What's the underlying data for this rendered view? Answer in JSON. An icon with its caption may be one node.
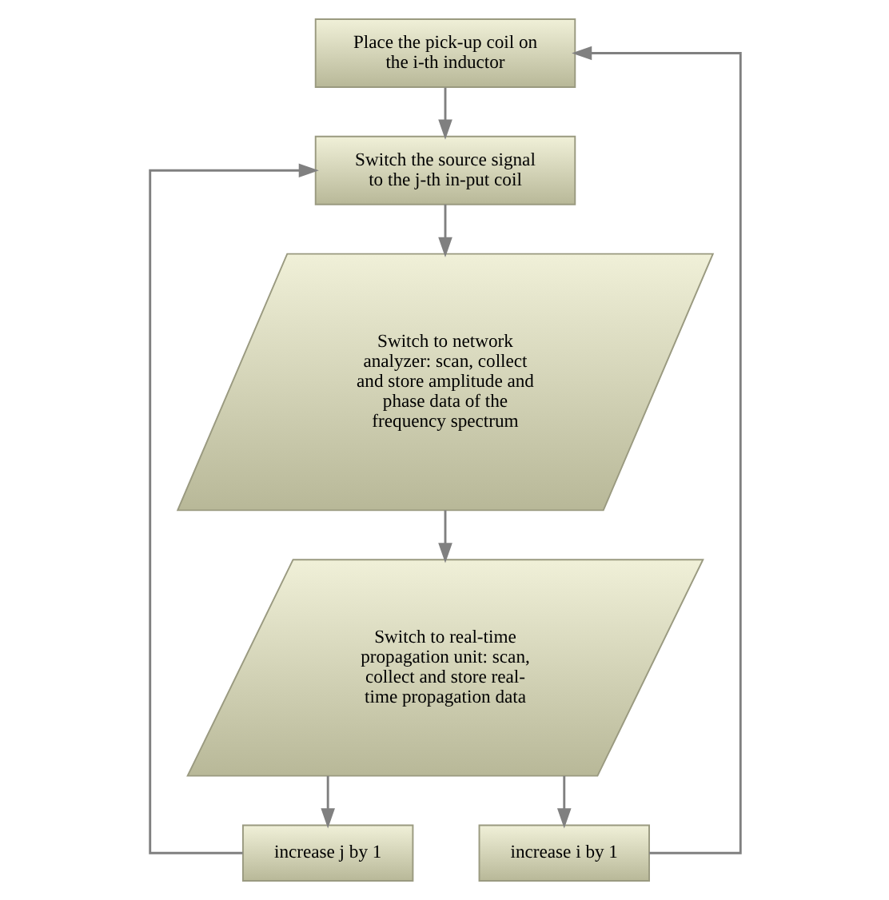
{
  "diagram": {
    "nodes": [
      {
        "text": [
          "Place the pick-up coil on the i-th inductor"
        ]
      },
      {
        "text": [
          "Switch the source signal to the j-th in-put coil"
        ]
      },
      {
        "text": [
          "Switch to network analyzer: scan, collect and store amplitude and phase data of the frequency spectrum"
        ]
      },
      {
        "text": [
          "Switch to real-time propagation unit: scan, collect and store real-time propagation data"
        ]
      },
      {
        "text": [
          "increase j by 1"
        ]
      },
      {
        "text": [
          "increase i by 1"
        ]
      }
    ],
    "edges": [
      {
        "from": 0,
        "to": 1,
        "arrow": "to"
      },
      {
        "from": 1,
        "to": 2,
        "arrow": "to"
      },
      {
        "from": 2,
        "to": 3,
        "arrow": "to"
      },
      {
        "from": 3,
        "to": 4,
        "arrow": "to"
      },
      {
        "from": 4,
        "to": 1,
        "arrow": "to"
      },
      {
        "from": 3,
        "to": 5,
        "arrow": "to"
      },
      {
        "from": 5,
        "to": 0,
        "arrow": "to"
      }
    ]
  }
}
